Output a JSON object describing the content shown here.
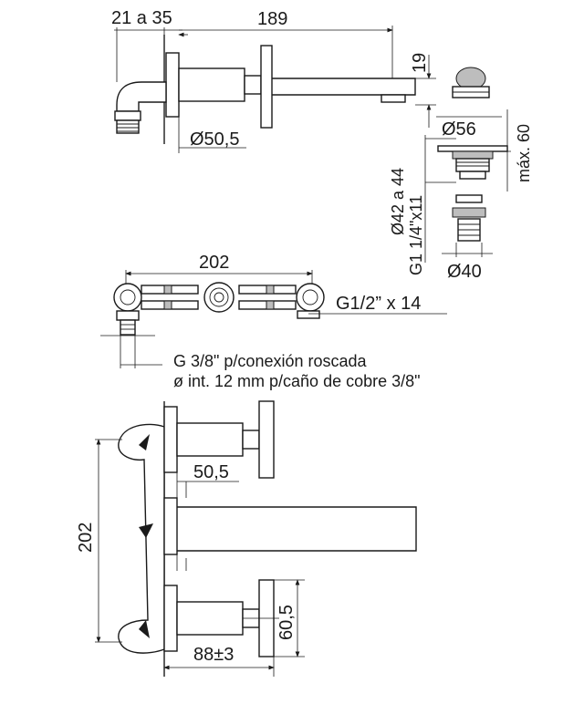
{
  "top_view": {
    "dim_range": "21 a 35",
    "dim_length": "189",
    "dim_spout_height": "19",
    "dim_flange_diameter": "Ø50,5"
  },
  "drain": {
    "dim_cap_diameter": "Ø56",
    "dim_max": "máx. 60",
    "dim_hole_range": "Ø42 a 44",
    "dim_thread": "G1 1/4\"x11",
    "dim_base_diameter": "Ø40"
  },
  "valve_body": {
    "dim_width": "202",
    "dim_connection": "G1/2” x 14",
    "note_line1": "G 3/8\" p/conexión roscada",
    "note_line2": "ø int. 12 mm p/caño de cobre 3/8\""
  },
  "front_view": {
    "dim_spacing": "202",
    "dim_spout_offset": "50,5",
    "dim_handle_height": "60,5",
    "dim_depth": "88±3"
  }
}
